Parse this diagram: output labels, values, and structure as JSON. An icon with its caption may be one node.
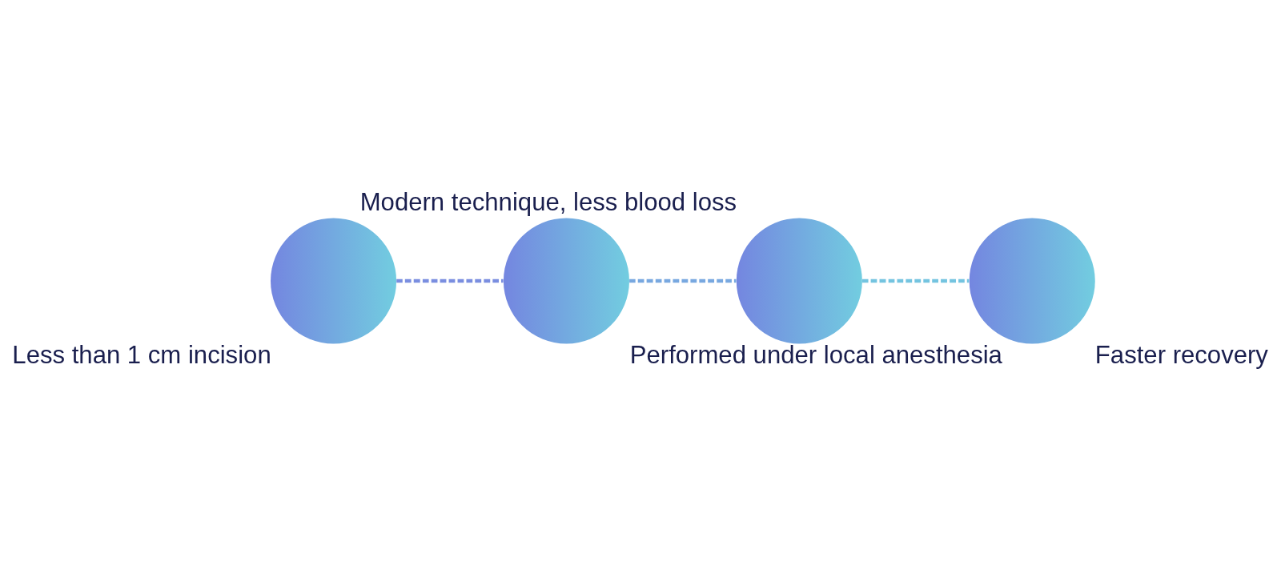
{
  "diagram": {
    "nodes": [
      {
        "text": [],
        "shape": "circle",
        "beside": [
          "Less than 1 cm incision"
        ]
      },
      {
        "text": [],
        "shape": "circle",
        "beside": [
          "Performed under local anesthesia"
        ]
      },
      {
        "text": [],
        "shape": "circle",
        "beside": [
          "Modern technique, less blood loss"
        ]
      },
      {
        "text": [],
        "shape": "circle",
        "beside": [
          "Faster recovery"
        ]
      }
    ],
    "edges": [
      {
        "from": 0,
        "to": 1,
        "arrow": "none",
        "style": "dashed"
      },
      {
        "from": 1,
        "to": 2,
        "arrow": "none",
        "style": "dashed"
      },
      {
        "from": 2,
        "to": 3,
        "arrow": "none",
        "style": "dashed"
      }
    ]
  }
}
